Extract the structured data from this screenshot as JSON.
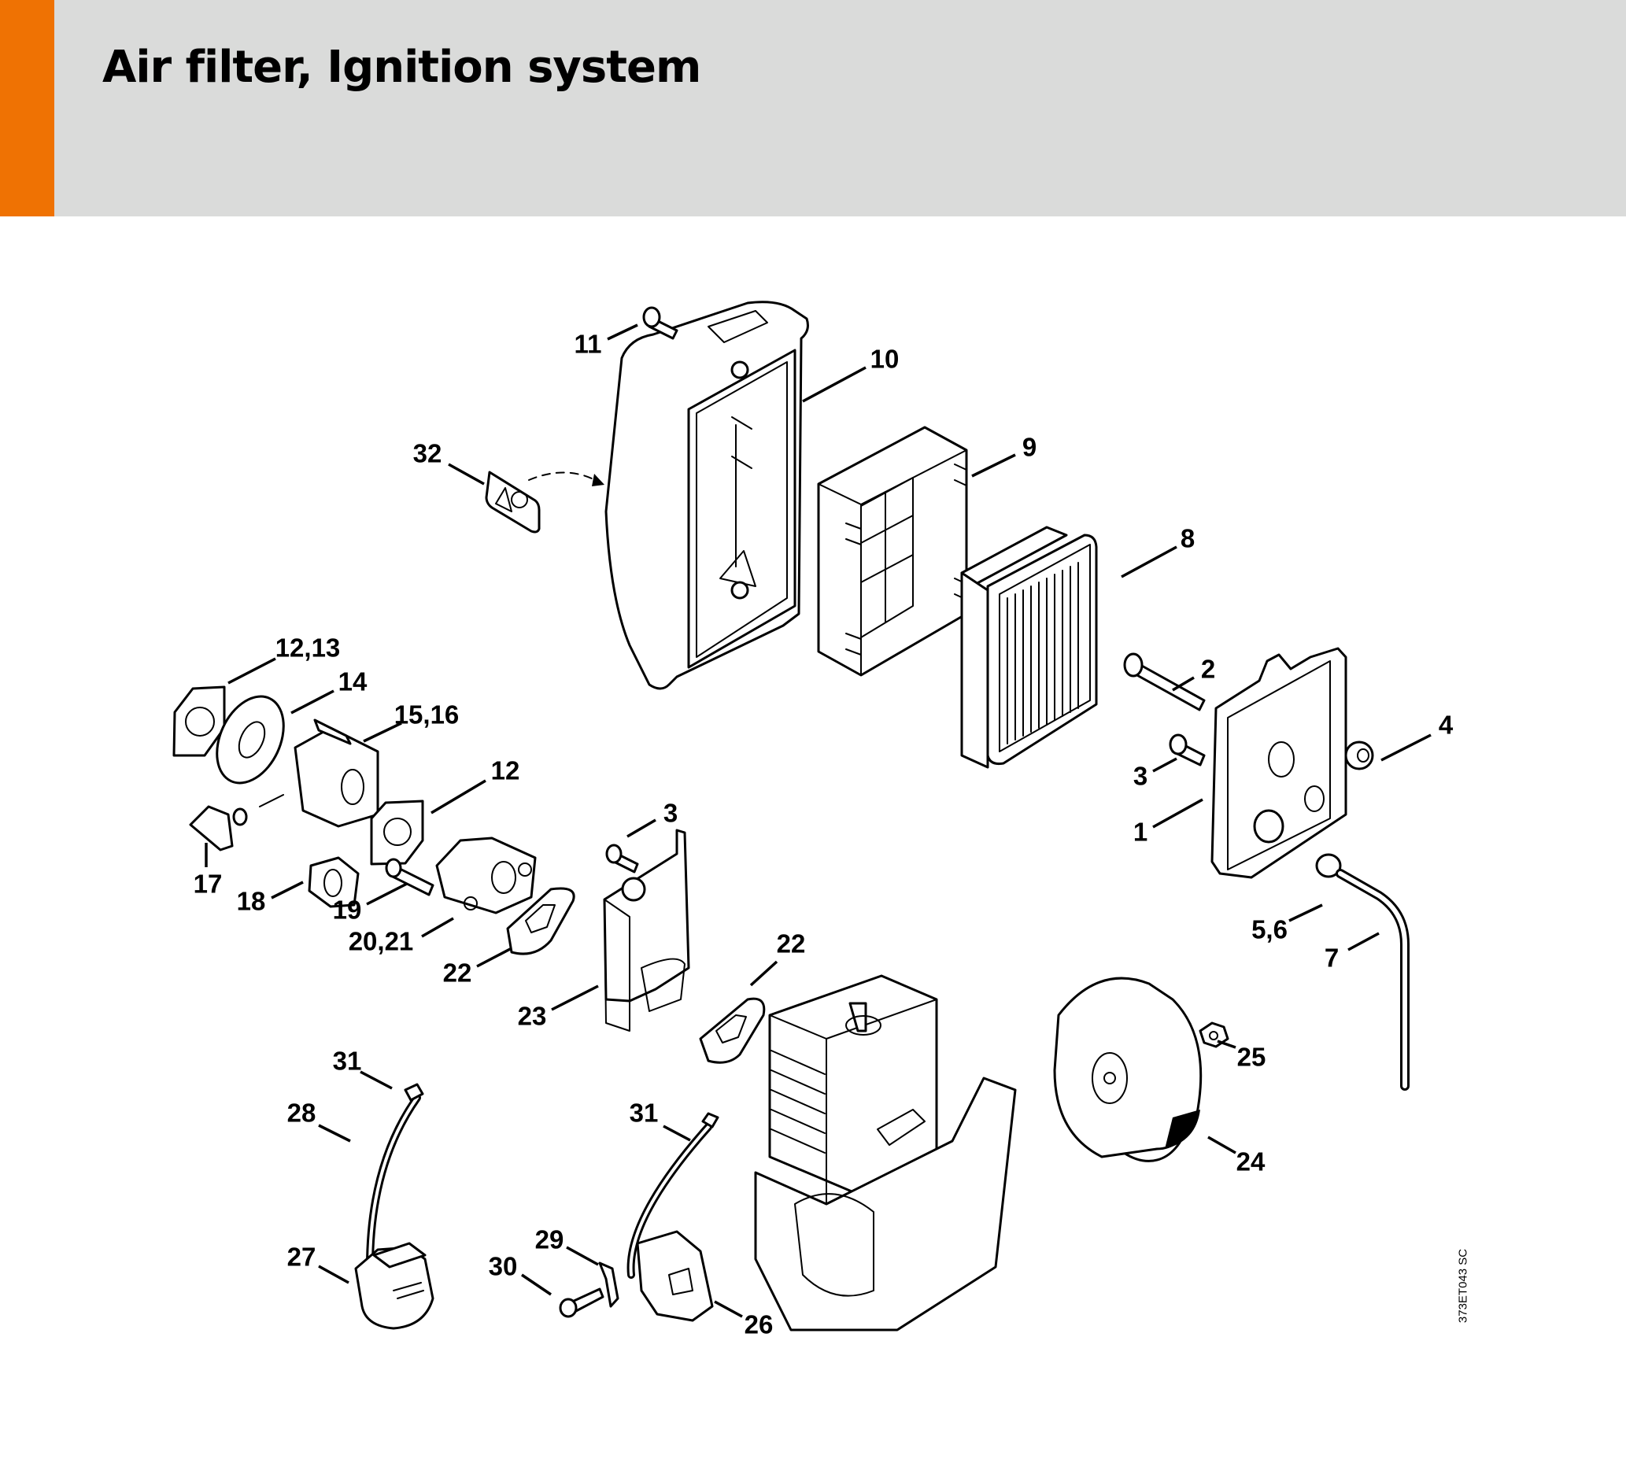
{
  "header": {
    "title": "Air filter, Ignition system",
    "accent_color": "#ef7203",
    "background_color": "#dadbda"
  },
  "diagram": {
    "drawing_code": "373ET043 SC",
    "callouts": [
      {
        "id": "c11",
        "label": "11",
        "part": "screw"
      },
      {
        "id": "c10",
        "label": "10",
        "part": "air-filter-cover"
      },
      {
        "id": "c32",
        "label": "32",
        "part": "warning-label"
      },
      {
        "id": "c9",
        "label": "9",
        "part": "filter-frame"
      },
      {
        "id": "c8",
        "label": "8",
        "part": "air-filter-element"
      },
      {
        "id": "c12-13",
        "label": "12,13",
        "part": "gasket"
      },
      {
        "id": "c14",
        "label": "14",
        "part": "baffle-plate"
      },
      {
        "id": "c15-16",
        "label": "15,16",
        "part": "carburetor"
      },
      {
        "id": "c12",
        "label": "12",
        "part": "gasket"
      },
      {
        "id": "c2",
        "label": "2",
        "part": "long-screw"
      },
      {
        "id": "c4",
        "label": "4",
        "part": "grommet"
      },
      {
        "id": "c3a",
        "label": "3",
        "part": "screw"
      },
      {
        "id": "c1",
        "label": "1",
        "part": "base-plate"
      },
      {
        "id": "c3b",
        "label": "3",
        "part": "screw"
      },
      {
        "id": "c17",
        "label": "17",
        "part": "choke-knob"
      },
      {
        "id": "c18",
        "label": "18",
        "part": "gasket"
      },
      {
        "id": "c19",
        "label": "19",
        "part": "screw"
      },
      {
        "id": "c20-21",
        "label": "20,21",
        "part": "manifold"
      },
      {
        "id": "c22a",
        "label": "22",
        "part": "gasket"
      },
      {
        "id": "c22b",
        "label": "22",
        "part": "gasket"
      },
      {
        "id": "c5-6",
        "label": "5,6",
        "part": "fitting"
      },
      {
        "id": "c7",
        "label": "7",
        "part": "hose"
      },
      {
        "id": "c23",
        "label": "23",
        "part": "heat-shield"
      },
      {
        "id": "c25",
        "label": "25",
        "part": "nut"
      },
      {
        "id": "c24",
        "label": "24",
        "part": "flywheel"
      },
      {
        "id": "c31a",
        "label": "31",
        "part": "spark-plug-boot"
      },
      {
        "id": "c28",
        "label": "28",
        "part": "ignition-lead"
      },
      {
        "id": "c31b",
        "label": "31",
        "part": "spark-plug-boot"
      },
      {
        "id": "c29",
        "label": "29",
        "part": "bracket"
      },
      {
        "id": "c30",
        "label": "30",
        "part": "screw"
      },
      {
        "id": "c27",
        "label": "27",
        "part": "ignition-module"
      },
      {
        "id": "c26",
        "label": "26",
        "part": "ignition-module"
      }
    ]
  }
}
